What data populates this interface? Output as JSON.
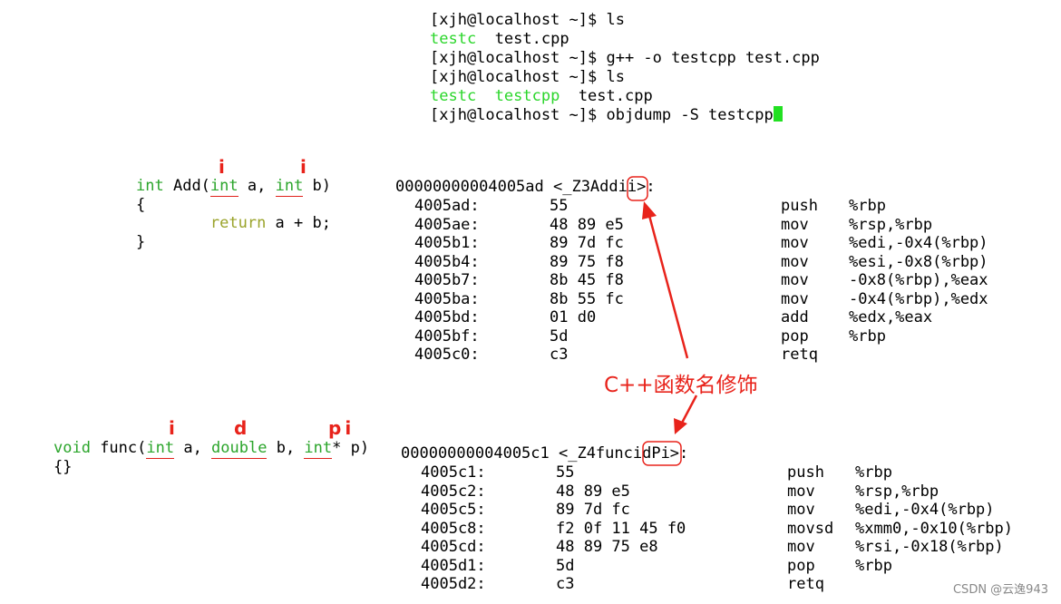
{
  "terminal": {
    "prompt": "[xjh@localhost ~]$ ",
    "l1_cmd": "ls",
    "l2_a": "testc",
    "l2_b": "test.cpp",
    "l3_cmd": "g++ -o testcpp test.cpp",
    "l4_cmd": "ls",
    "l5_a": "testc",
    "l5_b": "testcpp",
    "l5_c": "test.cpp",
    "l6_cmd": "objdump -S testcpp"
  },
  "add_src": {
    "kw_int": "int",
    "fn_open": "Add(",
    "param_a": " a, ",
    "param_b": " b)",
    "brace_open": "{",
    "ret_kw": "return",
    "ret_expr": " a + b;",
    "brace_close": "}",
    "mark_a": "i",
    "mark_b": "i"
  },
  "func_src": {
    "kw_void": "void",
    "fn_open": " func(",
    "kw_int": "int",
    "param_a": " a, ",
    "kw_double": "double",
    "param_b": " b, ",
    "kw_int2": "int",
    "param_p": "* p)",
    "body": "{}",
    "mark_a": "i",
    "mark_b": "d",
    "mark_c": "pi"
  },
  "add_asm": {
    "header": "00000000004005ad <_Z3Addii>:",
    "rows": [
      {
        "addr": "4005ad:",
        "bytes": "55",
        "op": "push",
        "args": "%rbp"
      },
      {
        "addr": "4005ae:",
        "bytes": "48 89 e5",
        "op": "mov",
        "args": "%rsp,%rbp"
      },
      {
        "addr": "4005b1:",
        "bytes": "89 7d fc",
        "op": "mov",
        "args": "%edi,-0x4(%rbp)"
      },
      {
        "addr": "4005b4:",
        "bytes": "89 75 f8",
        "op": "mov",
        "args": "%esi,-0x8(%rbp)"
      },
      {
        "addr": "4005b7:",
        "bytes": "8b 45 f8",
        "op": "mov",
        "args": "-0x8(%rbp),%eax"
      },
      {
        "addr": "4005ba:",
        "bytes": "8b 55 fc",
        "op": "mov",
        "args": "-0x4(%rbp),%edx"
      },
      {
        "addr": "4005bd:",
        "bytes": "01 d0",
        "op": "add",
        "args": "%edx,%eax"
      },
      {
        "addr": "4005bf:",
        "bytes": "5d",
        "op": "pop",
        "args": "%rbp"
      },
      {
        "addr": "4005c0:",
        "bytes": "c3",
        "op": "retq",
        "args": ""
      }
    ]
  },
  "func_asm": {
    "header": "00000000004005c1 <_Z4funcidPi>:",
    "rows": [
      {
        "addr": "4005c1:",
        "bytes": "55",
        "op": "push",
        "args": "%rbp"
      },
      {
        "addr": "4005c2:",
        "bytes": "48 89 e5",
        "op": "mov",
        "args": "%rsp,%rbp"
      },
      {
        "addr": "4005c5:",
        "bytes": "89 7d fc",
        "op": "mov",
        "args": "%edi,-0x4(%rbp)"
      },
      {
        "addr": "4005c8:",
        "bytes": "f2 0f 11 45 f0",
        "op": "movsd",
        "args": "%xmm0,-0x10(%rbp)"
      },
      {
        "addr": "4005cd:",
        "bytes": "48 89 75 e8",
        "op": "mov",
        "args": "%rsi,-0x18(%rbp)"
      },
      {
        "addr": "4005d1:",
        "bytes": "5d",
        "op": "pop",
        "args": "%rbp"
      },
      {
        "addr": "4005d2:",
        "bytes": "c3",
        "op": "retq",
        "args": ""
      }
    ]
  },
  "annotation": {
    "label": "C++函数名修饰",
    "color": "#e8231b"
  },
  "watermark": "CSDN @云逸943"
}
